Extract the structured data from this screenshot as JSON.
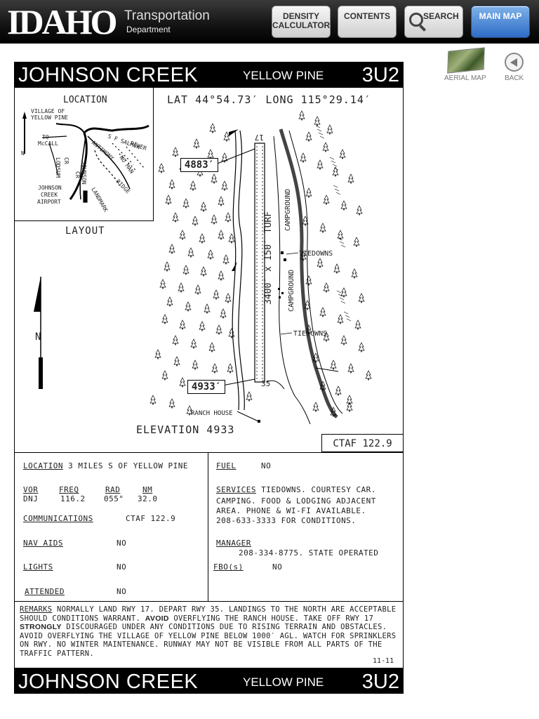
{
  "header": {
    "logo_text": "IDAHO",
    "dept_line1": "Transportation",
    "dept_line2": "Department",
    "buttons": {
      "density": [
        "DENSITY",
        "CALCULATOR"
      ],
      "contents": "CONTENTS",
      "search": "SEARCH",
      "main_map": "MAIN MAP"
    }
  },
  "side": {
    "aerial_label": "AERIAL MAP",
    "back_label": "BACK"
  },
  "airport": {
    "name": "JOHNSON CREEK",
    "town": "YELLOW PINE",
    "id": "3U2",
    "latlong": "LAT 44°54.73′ LONG 115°29.14′",
    "elevation": "ELEVATION 4933",
    "ctaf_box": "CTAF 122.9"
  },
  "location_map": {
    "title": "LOCATION",
    "labels": {
      "village1": "VILLAGE OF",
      "village2": "YELLOW PINE",
      "to": "TO",
      "mccall": "McCALL",
      "sf_salmon": "S F SALMON",
      "river": "RIVER",
      "antimony": "ANTIMONY",
      "no_man": "NO MAN",
      "ridge": "RIDGE",
      "cr1": "CR",
      "lodsum": "LODSUM",
      "johnson": "JOHNSON",
      "cr2": "CR",
      "jc1": "JOHNSON",
      "jc2": "CREEK",
      "jc3": "AIRPORT",
      "landmark": "LANDMARK",
      "north": "N"
    }
  },
  "layout": {
    "title": "LAYOUT",
    "elev_north": "4883′",
    "elev_south": "4933′",
    "rwy_north": "17",
    "rwy_south": "35",
    "runway_label": "3400′ x 150′ TURF",
    "campground1": "CAMPGROUND",
    "campground2": "CAMPGROUND",
    "tiedowns1": "TIEDOWNS",
    "tiedowns2": "TIEDOWNS",
    "ranch_house": "RANCH HOUSE",
    "north": "N"
  },
  "info": {
    "location_label": "LOCATION",
    "location_value": "3 MILES S OF YELLOW PINE",
    "vor_h": [
      "VOR",
      "FREQ",
      "RAD",
      "NM"
    ],
    "vor_v": [
      "DNJ",
      "116.2",
      "055°",
      "32.0"
    ],
    "communications_label": "COMMUNICATIONS",
    "communications_value": "CTAF 122.9",
    "nav_aids_label": "NAV AIDS",
    "nav_aids_value": "NO",
    "lights_label": "LIGHTS",
    "lights_value": "NO",
    "attended_label": "ATTENDED",
    "attended_value": "NO",
    "fuel_label": "FUEL",
    "fuel_value": "NO",
    "services_label": "SERVICES",
    "services_line1": "TIEDOWNS. COURTESY CAR.",
    "services_line2": "CAMPING. FOOD & LODGING ADJACENT",
    "services_line3": "AREA.  PHONE & WI-FI  AVAILABLE.",
    "services_line4": "208-633-3333 FOR CONDITIONS.",
    "manager_label": "MANAGER",
    "manager_value": "208-334-8775. STATE OPERATED",
    "fbo_label": "FBO(s)",
    "fbo_value": "NO"
  },
  "remarks": {
    "label": "REMARKS",
    "p1": "NORMALLY LAND RWY 17. DEPART RWY 35. LANDINGS TO THE NORTH ARE ACCEPTABLE SHOULD CONDITIONS WARRANT.",
    "avoid1": "AVOID",
    "p2": "OVERFLYING THE RANCH HOUSE. TAKE OFF RWY 17",
    "strongly": "STRONGLY",
    "p3": "DISCOURAGED UNDER ANY CONDITIONS DUE TO RISING TERRAIN AND OBSTACLES. AVOID OVERFLYING THE VILLAGE OF YELLOW PINE BELOW 1000′ AGL. WATCH FOR SPRINKLERS ON RWY.  NO WINTER MAINTENANCE. RUNWAY MAY NOT BE VISIBLE FROM ALL PARTS OF THE TRAFFIC PATTERN.",
    "date_code": "11-11"
  }
}
